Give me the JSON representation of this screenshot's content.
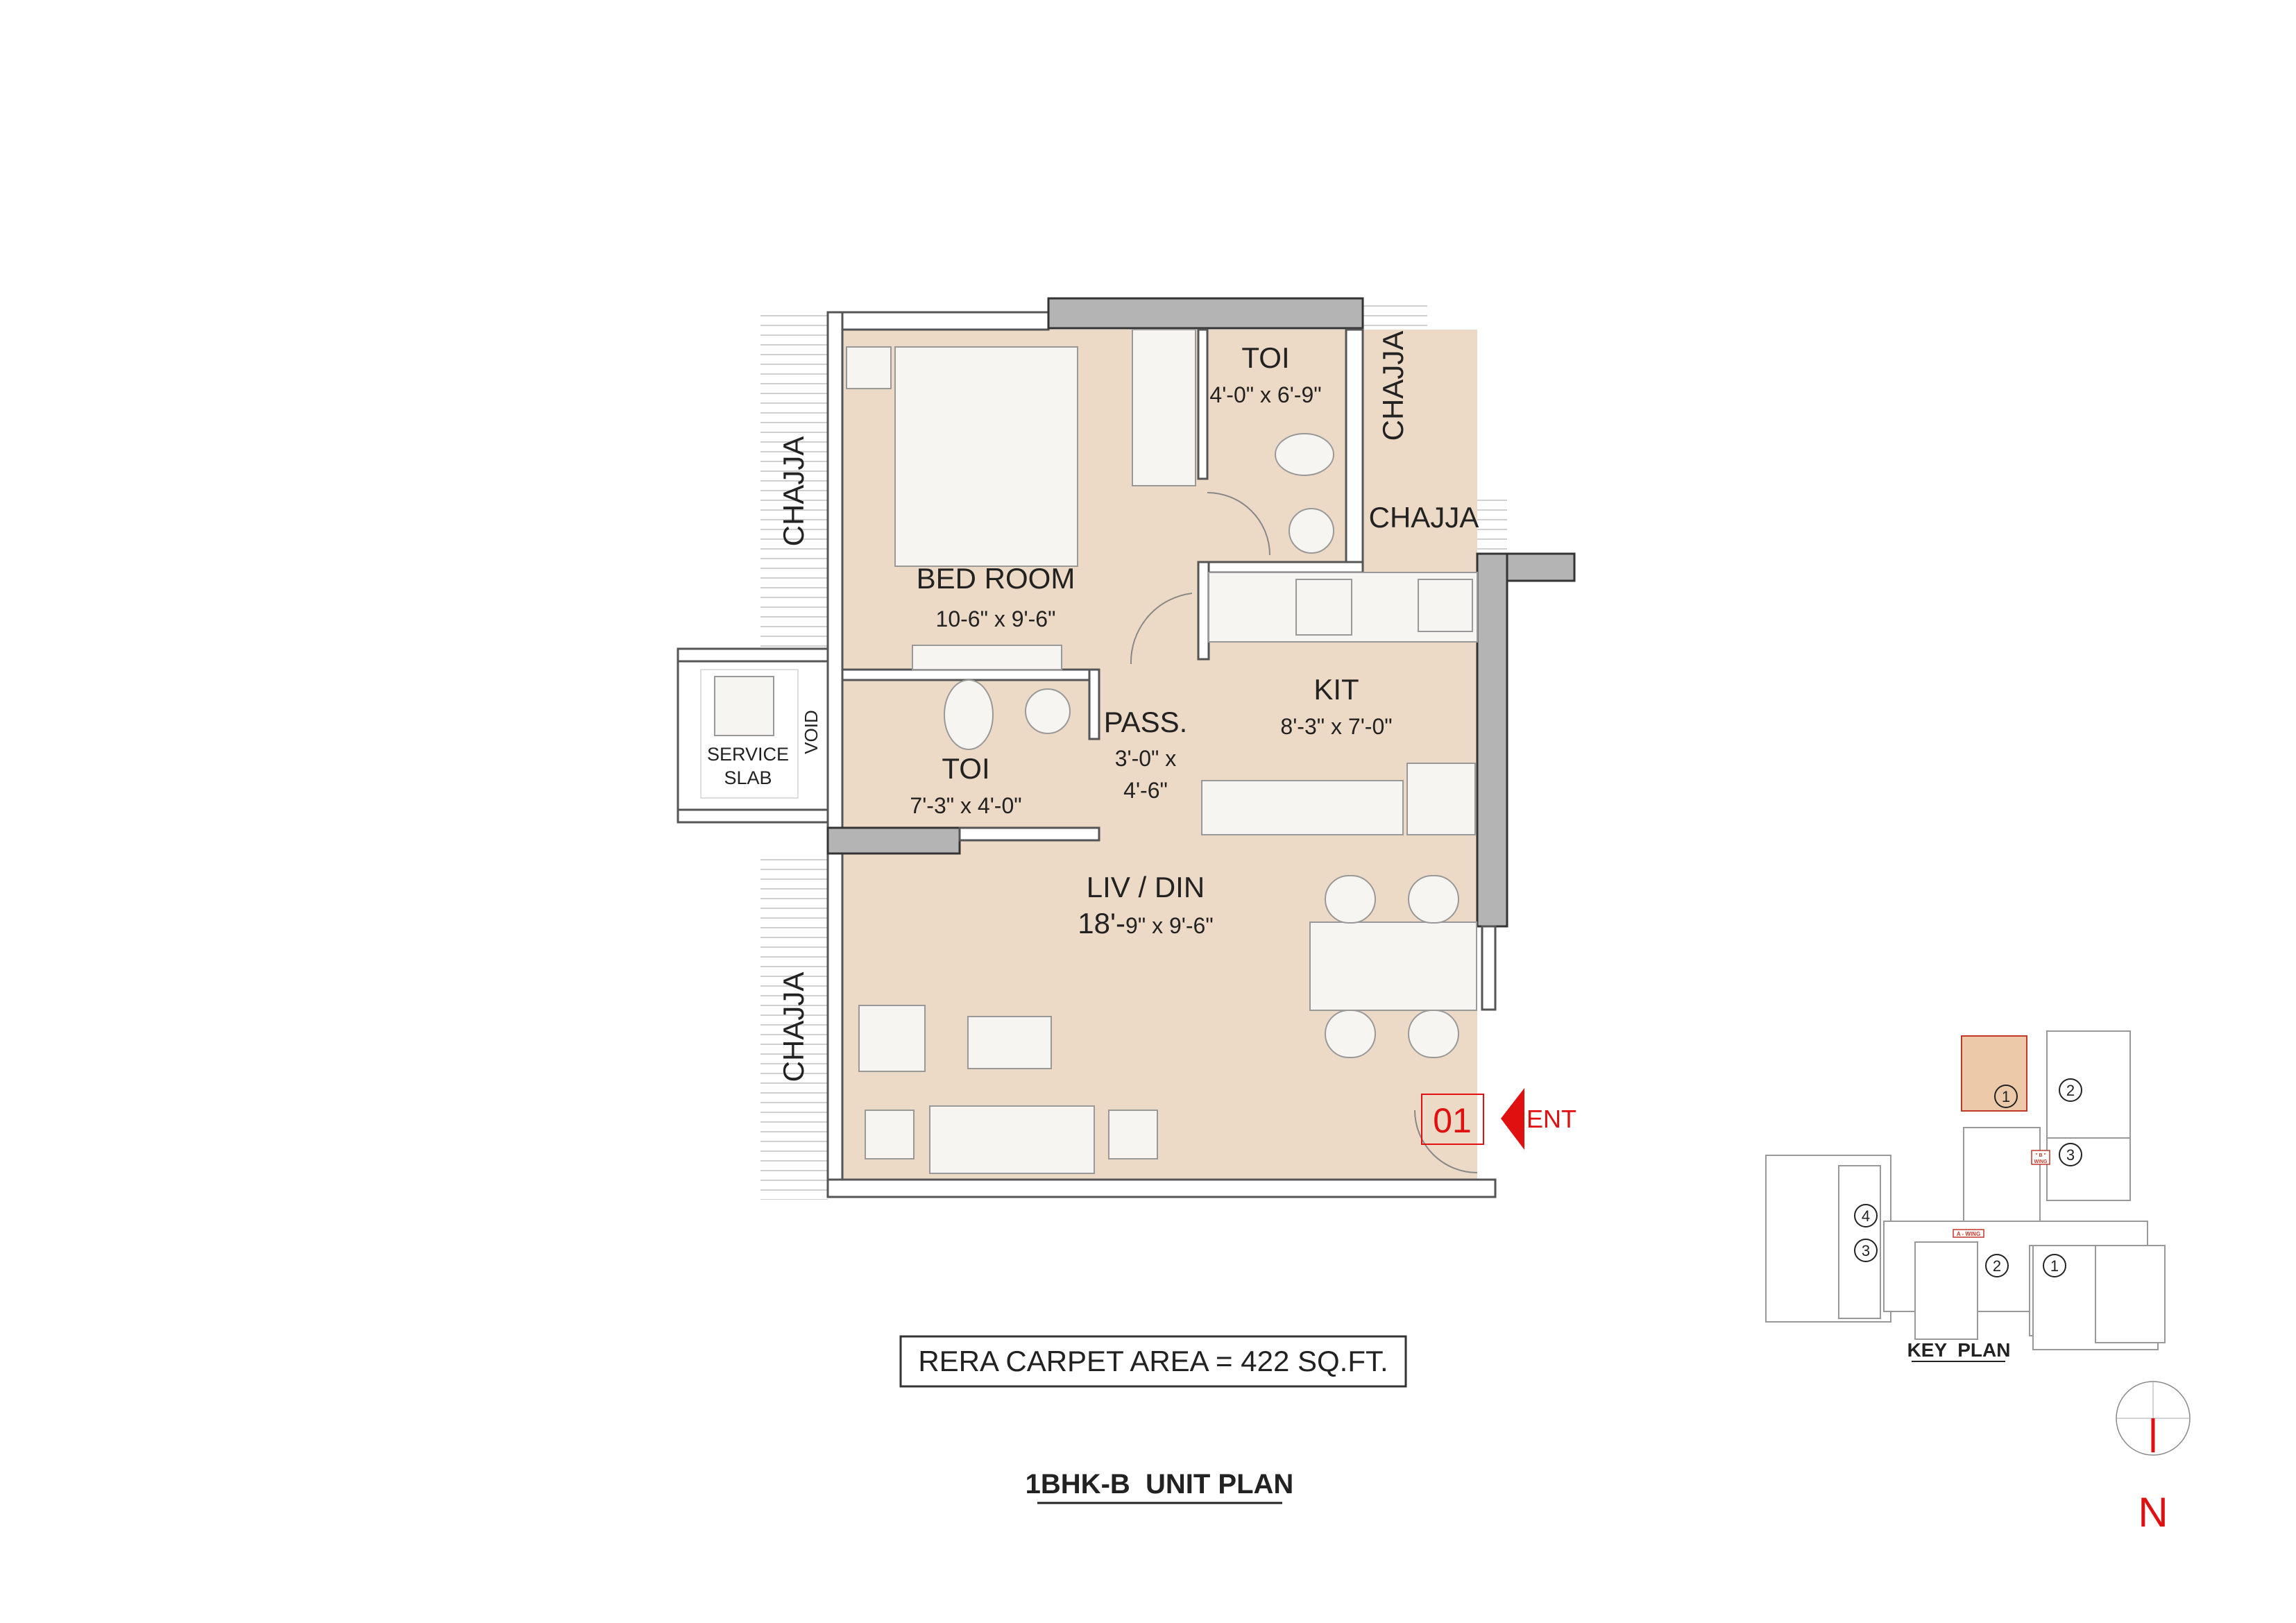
{
  "rooms": {
    "bedroom": {
      "name": "BED ROOM",
      "size": "10-6\" x 9'-6\""
    },
    "toilet_attached": {
      "name": "TOI",
      "size": "4'-0\" x 6'-9\""
    },
    "kitchen": {
      "name": "KIT",
      "size": "8'-3\" x 7'-0\""
    },
    "passage": {
      "name": "PASS.",
      "size_line1": "3'-0\" x",
      "size_line2": "4'-6\""
    },
    "toilet_common": {
      "name": "TOI",
      "size": "7'-3\" x 4'-0\""
    },
    "service_slab": {
      "line1": "SERVICE",
      "line2": "SLAB"
    },
    "void": "VOID",
    "living_dining": {
      "name": "LIV / DIN",
      "size_major": "18'-",
      "size_rest": "9\" x 9'-6\""
    }
  },
  "chajja_labels": [
    "CHAJJA",
    "CHAJJA",
    "CHAJJA",
    "CHAJJA"
  ],
  "unit_number": "01",
  "entrance_label": "ENT",
  "carpet_area": "RERA CARPET AREA = 422 SQ.FT.",
  "plan_title": "1BHK-B  UNIT PLAN",
  "key_plan": {
    "title": "KEY  PLAN",
    "wing_a": "A - WING",
    "wing_b_line1": "\" B \"",
    "wing_b_line2": "WING",
    "unit_numbers": [
      "1",
      "2",
      "3",
      "4",
      "3",
      "2",
      "1"
    ]
  },
  "compass_label": "N",
  "colors": {
    "floor": "#ecdac6",
    "accent_red": "#e01010",
    "wall": "#b4b4b4"
  }
}
